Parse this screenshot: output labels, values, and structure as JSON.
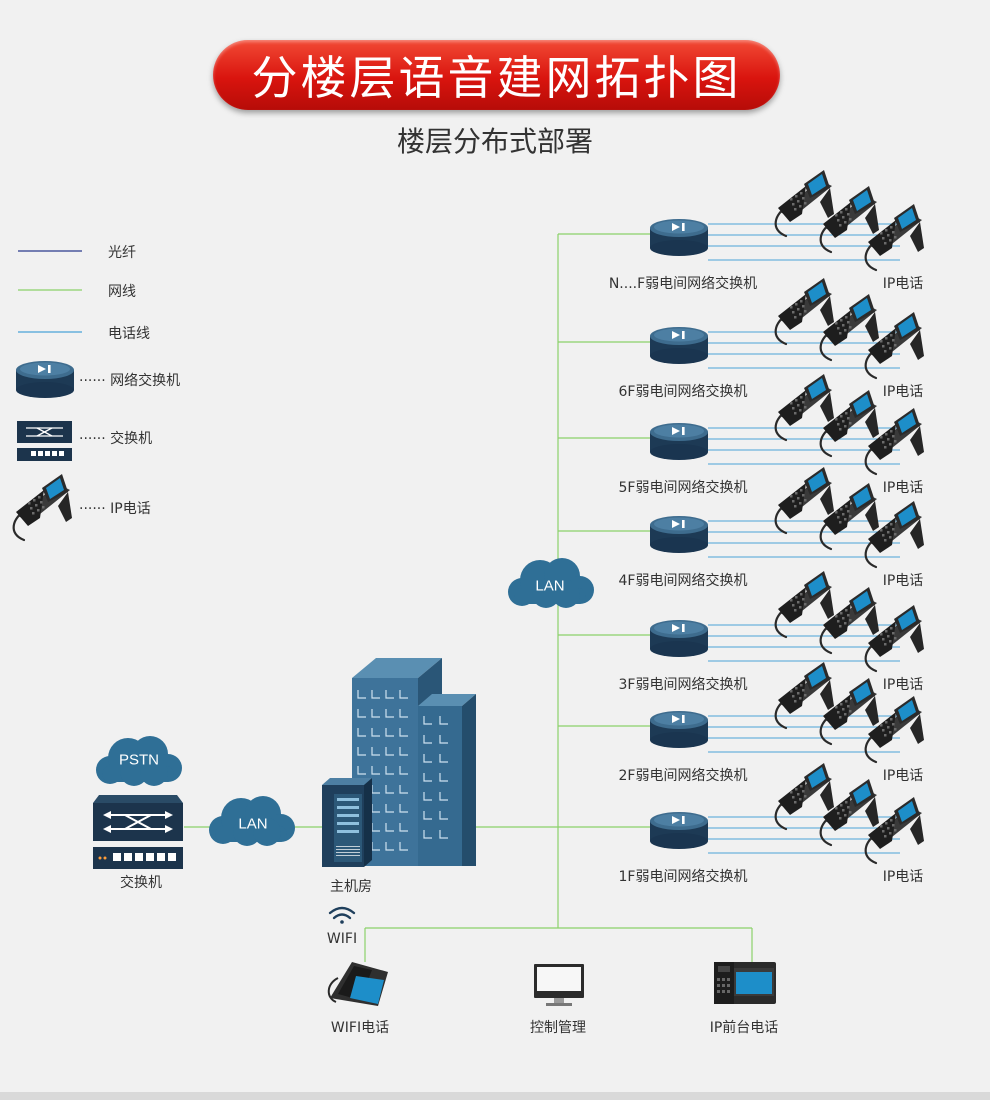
{
  "header": {
    "title": "分楼层语音建网拓扑图",
    "subtitle": "楼层分布式部署"
  },
  "legend": {
    "items": [
      {
        "label": "光纤",
        "color": "#2a3a8c"
      },
      {
        "label": "网线",
        "color": "#8bd16a"
      },
      {
        "label": "电话线",
        "color": "#4aa3d8"
      },
      {
        "label": "······ 网络交换机",
        "icon": "network-switch-icon"
      },
      {
        "label": "······ 交换机",
        "icon": "switch-icon"
      },
      {
        "label": "······ IP电话",
        "icon": "ip-phone-icon"
      }
    ]
  },
  "floors": [
    {
      "switch_label": "N....F弱电间网络交换机",
      "phone_label": "IP电话"
    },
    {
      "switch_label": "6F弱电间网络交换机",
      "phone_label": "IP电话"
    },
    {
      "switch_label": "5F弱电间网络交换机",
      "phone_label": "IP电话"
    },
    {
      "switch_label": "4F弱电间网络交换机",
      "phone_label": "IP电话"
    },
    {
      "switch_label": "3F弱电间网络交换机",
      "phone_label": "IP电话"
    },
    {
      "switch_label": "2F弱电间网络交换机",
      "phone_label": "IP电话"
    },
    {
      "switch_label": "1F弱电间网络交换机",
      "phone_label": "IP电话"
    }
  ],
  "nodes": {
    "lan_main": "LAN",
    "lan_left": "LAN",
    "pstn": "PSTN",
    "core_switch": "交换机",
    "server_room": "主机房",
    "wifi": "WIFI",
    "wifi_phone": "WIFI电话",
    "control": "控制管理",
    "reception_phone": "IP前台电话"
  },
  "colors": {
    "title_red": "#e0241b",
    "fiber": "#2a3a8c",
    "lan_cable": "#8bd16a",
    "phone_cable": "#4aa3d8",
    "device_navy": "#1f3f5c",
    "cloud": "#2f6f96"
  }
}
